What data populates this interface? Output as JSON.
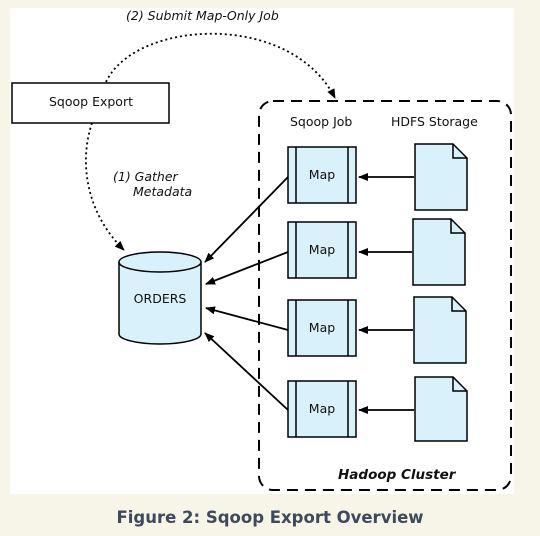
{
  "diagram": {
    "sqoop_export_label": "Sqoop Export",
    "step1_line1": "(1) Gather",
    "step1_line2": "Metadata",
    "step2_label": "(2) Submit Map-Only Job",
    "database_label": "ORDERS",
    "sqoop_job_header": "Sqoop Job",
    "hdfs_storage_header": "HDFS Storage",
    "map_tasks": [
      "Map",
      "Map",
      "Map",
      "Map"
    ],
    "cluster_label": "Hadoop Cluster"
  },
  "caption": "Figure 2: Sqoop Export Overview",
  "colors": {
    "shape_fill": "#d9f1fb",
    "stroke": "#000000",
    "caption": "#3c4a5c",
    "page_bg": "#f7f4e8"
  }
}
